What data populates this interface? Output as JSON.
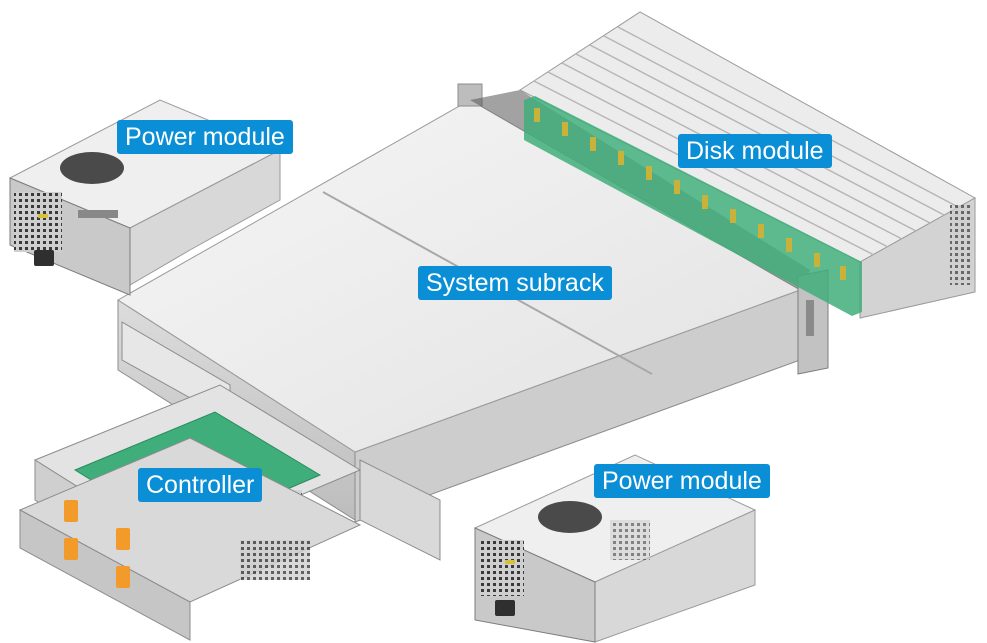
{
  "labels": {
    "power_module_top": "Power module",
    "disk_module": "Disk module",
    "system_subrack": "System subrack",
    "controller": "Controller",
    "power_module_bottom": "Power module"
  },
  "colors": {
    "callout_bg": "#0a8fd6",
    "callout_text": "#ffffff",
    "metal_light": "#f1f1f1",
    "metal_mid": "#d4d4d4",
    "metal_dark": "#9a9a9a",
    "pcb_green": "#3fae7a",
    "latch_orange": "#f29b2b",
    "contact_gold": "#c9b23a"
  }
}
